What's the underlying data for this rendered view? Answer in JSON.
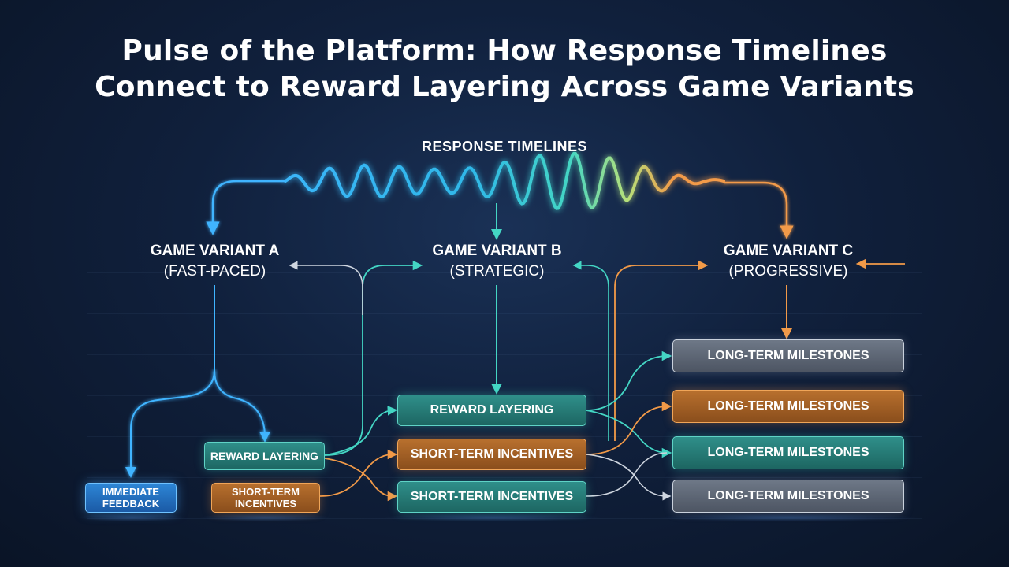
{
  "title": {
    "line1": "Pulse of the Platform: How Response Timelines",
    "line2": "Connect to Reward Layering Across Game Variants"
  },
  "wave_label": "RESPONSE TIMELINES",
  "variants": {
    "a": {
      "name": "GAME VARIANT A",
      "sub": "(FAST-PACED)"
    },
    "b": {
      "name": "GAME VARIANT B",
      "sub": "(STRATEGIC)"
    },
    "c": {
      "name": "GAME VARIANT C",
      "sub": "(PROGRESSIVE)"
    }
  },
  "nodes": {
    "immediate_feedback": {
      "line1": "IMMEDIATE",
      "line2": "FEEDBACK"
    },
    "reward_layering_a": "REWARD LAYERING",
    "short_term_a": {
      "line1": "SHORT-TERM",
      "line2": "INCENTIVES"
    },
    "reward_layering_b": "REWARD LAYERING",
    "short_term_b1": "SHORT-TERM INCENTIVES",
    "short_term_b2": "SHORT-TERM INCENTIVES",
    "milestone_1": "LONG-TERM MILESTONES",
    "milestone_2": "LONG-TERM MILESTONES",
    "milestone_3": "LONG-TERM MILESTONES",
    "milestone_4": "LONG-TERM MILESTONES"
  },
  "colors": {
    "blue": "#3fb4ff",
    "teal": "#44d6c4",
    "orange": "#f29a48",
    "grey": "#cfd6e0"
  }
}
